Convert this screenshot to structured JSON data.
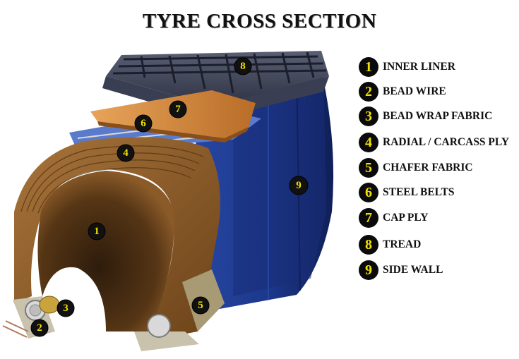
{
  "title": "TYRE CROSS SECTION",
  "colors": {
    "marker_fill": "#111111",
    "marker_text": "#f2e000",
    "sidewall_blue": "#1f3f96",
    "tread_gray": "#4a4f63",
    "carcass_brown": "#8a5a28",
    "cap_ply_orange": "#d88a3a"
  },
  "legend": [
    {
      "number": "1",
      "label": "INNER LINER"
    },
    {
      "number": "2",
      "label": "BEAD WIRE"
    },
    {
      "number": "3",
      "label": "BEAD WRAP FABRIC"
    },
    {
      "number": "4",
      "label": "RADIAL / CARCASS PLY"
    },
    {
      "number": "5",
      "label": "CHAFER FABRIC"
    },
    {
      "number": "6",
      "label": "STEEL BELTS"
    },
    {
      "number": "7",
      "label": "CAP PLY"
    },
    {
      "number": "8",
      "label": "TREAD"
    },
    {
      "number": "9",
      "label": "SIDE WALL"
    }
  ],
  "markers": [
    "1",
    "2",
    "3",
    "4",
    "5",
    "6",
    "7",
    "8",
    "9"
  ]
}
